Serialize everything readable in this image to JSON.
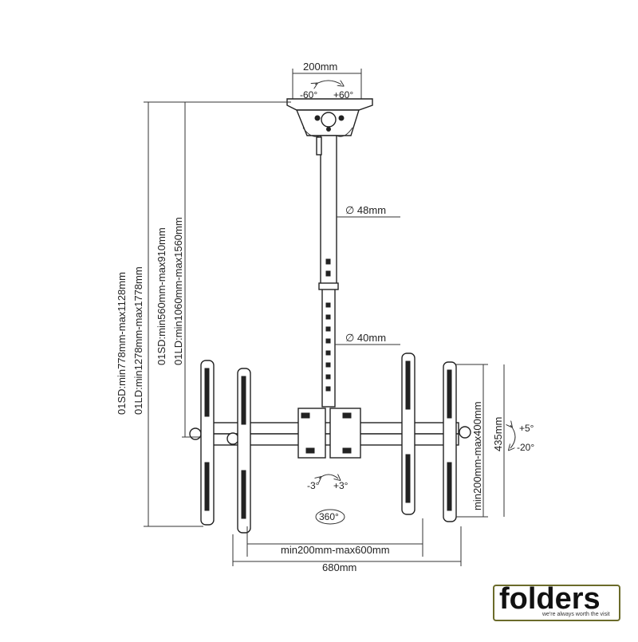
{
  "diagram": {
    "top_plate_width": "200mm",
    "top_tilt_left": "-60°",
    "top_tilt_right": "+60°",
    "tube_upper_dia": "∅ 48mm",
    "tube_lower_dia": "∅ 40mm",
    "height_total_sd": "01SD:min778mm-max1128mm",
    "height_total_ld": "01LD:min1278mm-max1778mm",
    "height_pole_sd": "01SD:min560mm-max910mm",
    "height_pole_ld": "01LD:min1060mm-max1560mm",
    "vesa_vertical": "min200mm-max400mm",
    "plate_height": "435mm",
    "tilt_up": "+5°",
    "tilt_down": "-20°",
    "roll_left": "-3°",
    "roll_right": "+3°",
    "rotation": "360°",
    "vesa_horizontal": "min200mm-max600mm",
    "total_width": "680mm"
  },
  "brand": {
    "name": "folders",
    "tagline": "we're always worth the visit",
    "accent": "#6b6b2a"
  }
}
